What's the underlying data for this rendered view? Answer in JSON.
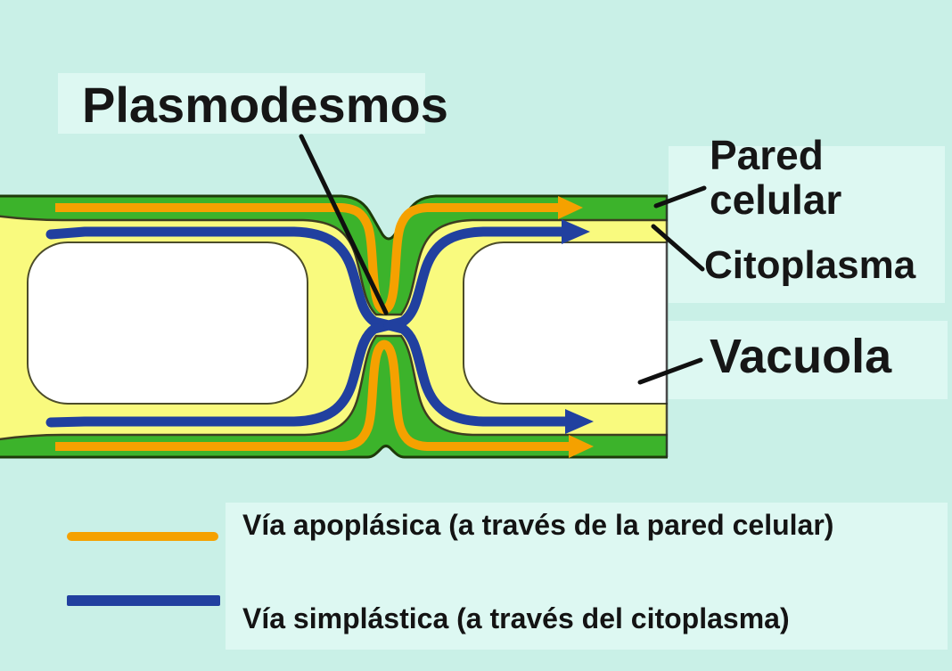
{
  "figure": {
    "background_color": "#c9f0e7",
    "highlight_color": "#ddf8f2"
  },
  "diagram": {
    "colors": {
      "cell_wall_green": "#3cb32b",
      "cell_wall_outline": "#1e3a0a",
      "cytoplasm_yellow": "#f9fa7e",
      "cytoplasm_outline": "#3d3d20",
      "vacuole_white": "#ffffff",
      "vacuole_outline": "#4c4c2a",
      "apoplast_orange": "#f5a100",
      "symplast_blue": "#21409f",
      "leader_line_black": "#101010"
    },
    "labels": {
      "plasmodesmos": "Plasmodesmos",
      "pared_celular": "Pared celular",
      "citoplasma": "Citoplasma",
      "vacuola": "Vacuola"
    }
  },
  "legend": {
    "items": [
      {
        "name": "apoplastic-pathway",
        "color": "#f5a100",
        "label": "Vía apoplásica (a través de la pared celular)"
      },
      {
        "name": "symplastic-pathway",
        "color": "#21409f",
        "label": "Vía simplástica (a través del citoplasma)"
      }
    ]
  }
}
